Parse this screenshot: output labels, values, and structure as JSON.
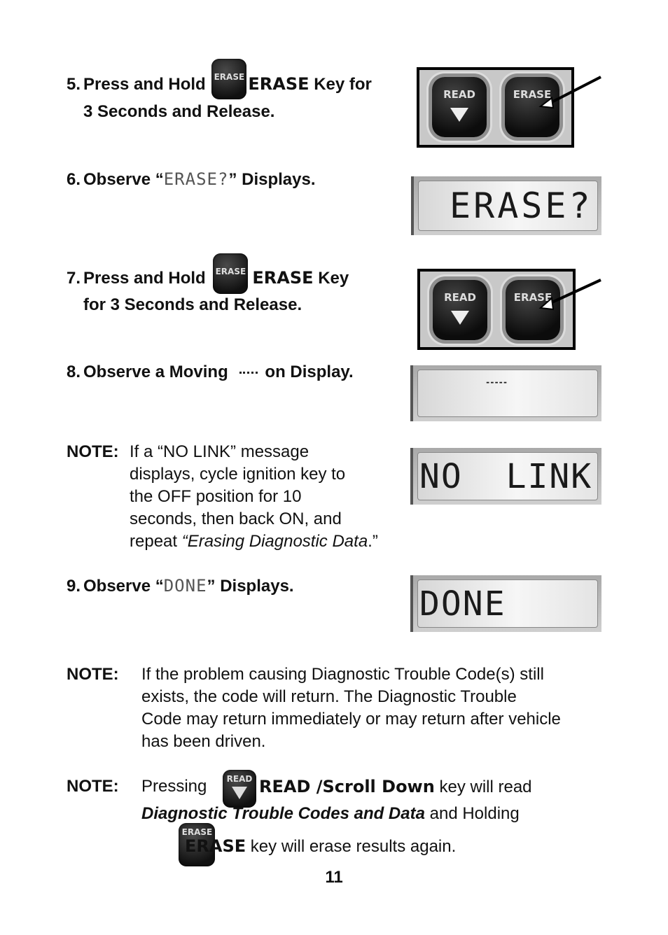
{
  "icons": {
    "erase": "ERASE",
    "read": "READ"
  },
  "step5": {
    "num": "5.",
    "line1_pre": "Press and Hold",
    "key": "ERASE",
    "line1_post": " Key for",
    "line2": "3 Seconds and Release."
  },
  "step6": {
    "num": "6.",
    "pre": "Observe “",
    "lcd": "ERASE?",
    "post": "” Displays."
  },
  "step7": {
    "num": "7.",
    "line1_pre": "Press and Hold",
    "key": "ERASE",
    "line1_post": " Key",
    "line2": "for 3 Seconds and Release."
  },
  "step8": {
    "num": "8.",
    "pre": "Observe a Moving",
    "post": "on Display."
  },
  "note1": {
    "label": "NOTE:",
    "lines": [
      "If a “NO LINK” message",
      "displays, cycle ignition key to",
      "the OFF position for 10",
      "seconds, then back ON, and"
    ],
    "last_pre": "repeat ",
    "last_italic": "“Erasing Diagnostic Data",
    "last_post": ".”"
  },
  "step9": {
    "num": "9.",
    "pre": "Observe “",
    "lcd": "DONE",
    "post": "” Displays."
  },
  "note2": {
    "label": "NOTE:",
    "lines": [
      "If the problem causing Diagnostic Trouble Code(s) still",
      "exists, the code will return.  The Diagnostic Trouble",
      "Code may return immediately or may return after vehicle",
      "has been driven."
    ]
  },
  "note3": {
    "label": "NOTE:",
    "pressing": "Pressing",
    "read_key": "READ",
    "scroll": " /Scroll Down",
    "read_tail": " key will read",
    "italic": "Diagnostic Trouble Codes and Data",
    "holding": " and Holding",
    "erase_key": "ERASE",
    "erase_tail": " key will erase results again."
  },
  "displays": {
    "erase": "ERASE?",
    "moving": "-----",
    "nolink": "NO  LINK",
    "done": "DONE"
  },
  "page_number": "11"
}
